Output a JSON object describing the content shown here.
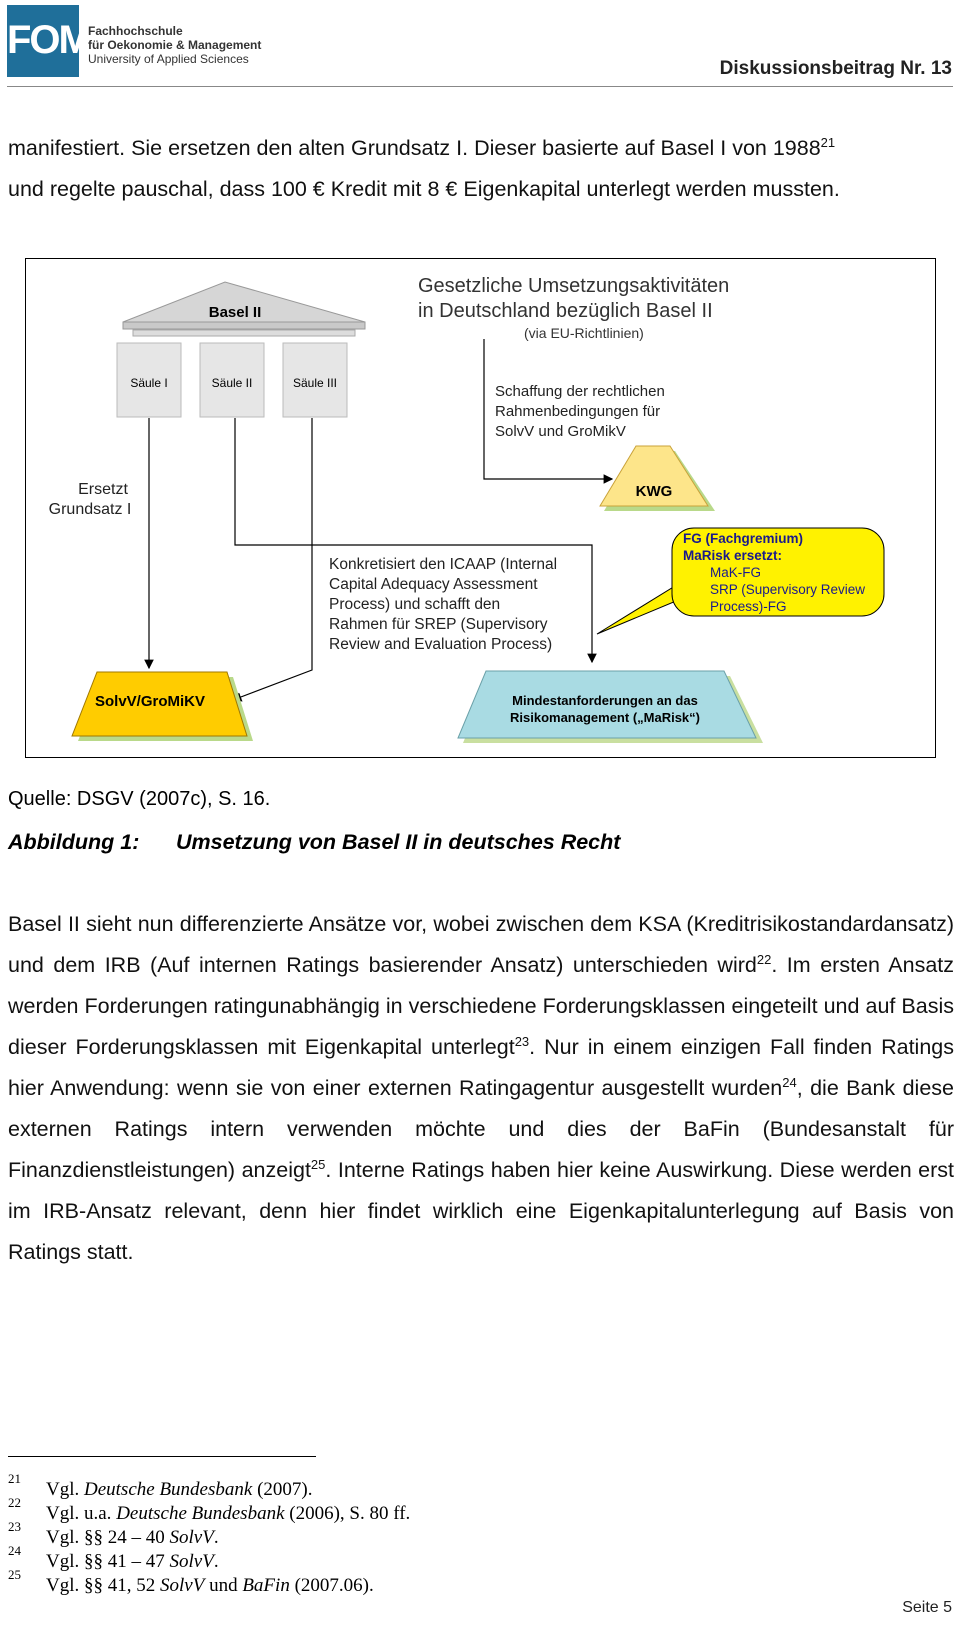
{
  "header": {
    "logo": "FOM",
    "institution_line1": "Fachhochschule",
    "institution_line2": "für Oekonomie & Management",
    "institution_line3": "University of Applied Sciences",
    "right": "Diskussionsbeitrag Nr. 13"
  },
  "intro": {
    "line1": "manifestiert. Sie ersetzen den alten Grundsatz I. Dieser basierte auf Basel I von 1988",
    "fn1": "21",
    "line2": "und regelte pauschal, dass 100 € Kredit mit 8 € Eigenkapital unterlegt werden mussten."
  },
  "diagram": {
    "roof_label": "Basel II",
    "pillar1": "Säule I",
    "pillar2": "Säule II",
    "pillar3": "Säule III",
    "title_line1": "Gesetzliche Umsetzungsaktivitäten",
    "title_line2": "in Deutschland bezüglich Basel II",
    "title_line3": "(via EU-Richtlinien)",
    "schaffung_line1": "Schaffung der rechtlichen",
    "schaffung_line2": "Rahmenbedingungen für",
    "schaffung_line3": "SolvV und GroMikV",
    "kwg": "KWG",
    "ersetzt_line1": "Ersetzt",
    "ersetzt_line2": "Grundsatz I",
    "icaap_line1": "Konkretisiert den ICAAP (Internal",
    "icaap_line2": "Capital Adequacy Assessment",
    "icaap_line3": "Process) und schafft den",
    "icaap_line4": "Rahmen für SREP (Supervisory",
    "icaap_line5": "Review and Evaluation Process)",
    "fg_line1": "FG (Fachgremium)",
    "fg_line2": "MaRisk ersetzt:",
    "fg_line3": "MaK-FG",
    "fg_line4": "SRP (Supervisory Review",
    "fg_line5": "Process)-FG",
    "solvv": "SolvV/GroMiKV",
    "marisk_line1": "Mindestanforderungen an das",
    "marisk_line2": "Risikomanagement („MaRisk“)",
    "colors": {
      "roof": "#d6d6d6",
      "kwg_fill": "#fde58a",
      "kwg_shadow": "#b9d98a",
      "fg_fill": "#fff200",
      "solvv_fill": "#ffcc00",
      "marisk_fill": "#a9dbe3"
    }
  },
  "source": "Quelle: DSGV (2007c), S. 16.",
  "caption": {
    "number": "Abbildung 1:",
    "title": "Umsetzung von Basel II in deutsches Recht"
  },
  "body": {
    "p1_a": "Basel II sieht nun differenzierte Ansätze vor, wobei zwischen dem KSA (Kreditrisikostandardansatz) und dem IRB (Auf internen Ratings basierender Ansatz) unterschieden wird",
    "fn22": "22",
    "p1_b": ". Im ersten Ansatz werden Forderungen ratingunabhängig in verschiedene Forderungsklassen eingeteilt und auf Basis dieser Forderungsklassen mit Eigenkapital unterlegt",
    "fn23": "23",
    "p1_c": ". Nur in einem einzigen Fall finden Ratings hier Anwendung: wenn sie von einer externen Ratingagentur ausgestellt wurden",
    "fn24": "24",
    "p1_d": ", die Bank diese externen Ratings intern verwenden möchte und dies der BaFin (Bundesanstalt für Finanzdienstleistungen) anzeigt",
    "fn25": "25",
    "p1_e": ". Interne Ratings haben hier keine Auswirkung. Diese werden erst im IRB-Ansatz relevant, denn hier findet wirklich eine Eigenkapitalunterlegung auf Basis von Ratings statt."
  },
  "footnotes": [
    {
      "num": "21",
      "text_a": "Vgl. ",
      "italic": "Deutsche Bundesbank",
      "text_b": " (2007)."
    },
    {
      "num": "22",
      "text_a": "Vgl. u.a. ",
      "italic": "Deutsche Bundesbank",
      "text_b": " (2006), S. 80 ff."
    },
    {
      "num": "23",
      "text_a": "Vgl. §§ 24 – 40 ",
      "italic": "SolvV",
      "text_b": "."
    },
    {
      "num": "24",
      "text_a": "Vgl. §§ 41 – 47 ",
      "italic": "SolvV",
      "text_b": "."
    },
    {
      "num": "25",
      "text_a": "Vgl. §§ 41, 52 ",
      "italic": "SolvV",
      "text_b": " und ",
      "italic2": "BaFin",
      "text_c": " (2007.06)."
    }
  ],
  "page_number": "Seite 5"
}
